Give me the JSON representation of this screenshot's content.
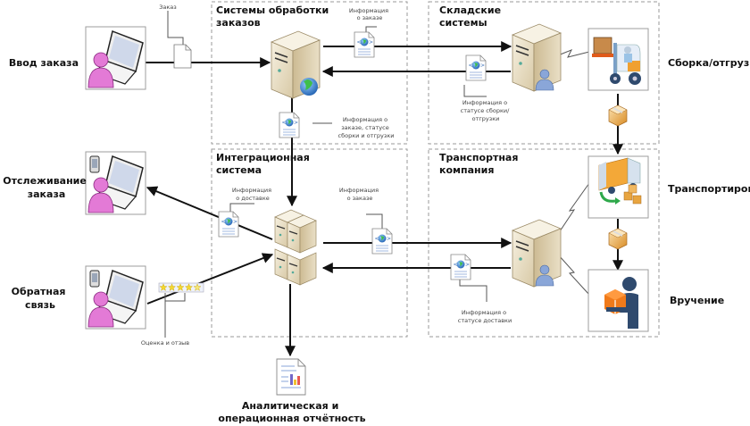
{
  "actors": {
    "order_entry": "Ввод заказа",
    "order_tracking": [
      "Отслеживание",
      "заказа"
    ],
    "feedback": [
      "Обратная",
      "связь"
    ]
  },
  "groups": {
    "order_processing": [
      "Системы обработки",
      "заказов"
    ],
    "warehouse": [
      "Складские",
      "системы"
    ],
    "integration": [
      "Интеграционная",
      "система"
    ],
    "transport": [
      "Транспортная",
      "компания"
    ]
  },
  "processes": {
    "picking": "Сборка/отгрузка",
    "transportation": "Транспортировка",
    "delivery": "Вручение"
  },
  "messages": {
    "order": "Заказ",
    "order_info_top": [
      "Информация",
      "о заказе"
    ],
    "order_status_info": [
      "Информация о",
      "заказе, статусе",
      "сборки и отгрузки"
    ],
    "picking_status_info": [
      "Информация о",
      "статусе сборки/",
      "отгрузки"
    ],
    "delivery_info": [
      "Информация",
      "о доставке"
    ],
    "order_info_mid": [
      "Информация",
      "о заказе"
    ],
    "delivery_status_info": [
      "Информация о",
      "статусе доставки"
    ],
    "rating_review": "Оценка и отзыв"
  },
  "output": {
    "reports": [
      "Аналитическая и",
      "операционная отчётность"
    ]
  },
  "rating": {
    "stars": 5
  },
  "colors": {
    "person": "#e37ad6",
    "server": "#e6dcc4",
    "globe": "#3a8fd8",
    "box": "#e8a540",
    "delivery_orange": "#f07a1a",
    "delivery_navy": "#2f4a6e"
  }
}
